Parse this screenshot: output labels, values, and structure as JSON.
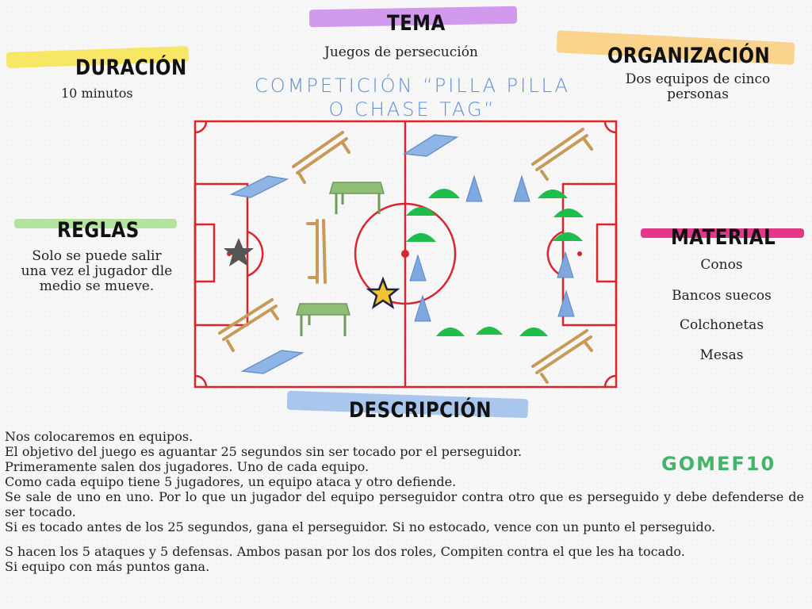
{
  "tema": {
    "heading": "TEMA",
    "text": "Juegos de persecución",
    "color": "#c67bea"
  },
  "duracion": {
    "heading": "DURACIÓN",
    "text": "10 minutos",
    "color": "#f7e44a"
  },
  "organizacion": {
    "heading": "ORGANIZACIÓN",
    "text_line1": "Dos equipos de cinco",
    "text_line2": "personas",
    "color": "#fbc769"
  },
  "reglas": {
    "heading": "REGLAS",
    "text_line1": "Solo se puede salir",
    "text_line2": "una vez el jugador dle",
    "text_line3": "medio se mueve.",
    "color": "#a8df8e"
  },
  "material": {
    "heading": "MATERIAL",
    "items": [
      "Conos",
      "Bancos suecos",
      "Colchonetas",
      "Mesas"
    ],
    "color": "#e0217a"
  },
  "competicion": {
    "line1": "COMPETICIÓN  “PILLA PILLA",
    "line2": "O CHASE TAG”"
  },
  "descripcion": {
    "heading": "DESCRIPCIÓN",
    "color": "#8fb7e9",
    "lines": [
      "Nos colocaremos en equipos.",
      "El objetivo del juego es aguantar 25 segundos sin ser tocado por el perseguidor.",
      "Primeramente salen dos jugadores. Uno de cada equipo.",
      "Como cada equipo tiene 5 jugadores, un equipo ataca y otro defiende.",
      "Se sale de uno en uno. Por lo que un jugador del equipo perseguidor contra otro que es perseguido y debe defenderse de ser tocado.",
      "Si es tocado antes de los 25 segundos, gana el perseguidor. Si no estocado, vence con un punto el perseguido.",
      "",
      "S hacen los 5 ataques y 5 defensas. Ambos pasan por los dos roles, Compiten contra el que les ha tocado.",
      "Si equipo con más puntos gana."
    ]
  },
  "signature": "GOMEF10",
  "field": {
    "line_color": "#d9262e",
    "cone_blue": "#7fa7e0",
    "cone_green": "#1ebd4c",
    "bench_color": "#c89a5a",
    "mat_color": "#8fb4e6",
    "table_color": "#8fbf76",
    "star_dark": "#555555",
    "star_gold": "#f2c230"
  }
}
